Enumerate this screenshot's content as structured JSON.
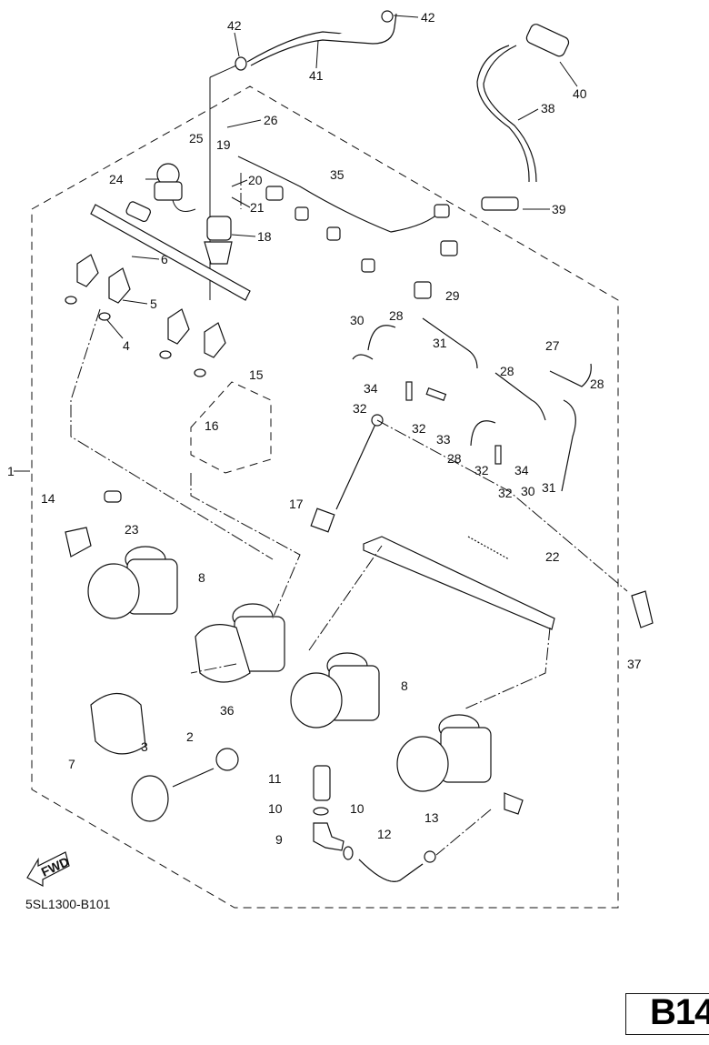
{
  "diagram": {
    "title": "Throttle body / fuel injection assembly exploded view",
    "drawing_code": "5SL1300-B101",
    "page_label": "B14",
    "direction_indicator": "FWD",
    "callouts": [
      "1",
      "2",
      "3",
      "4",
      "5",
      "6",
      "7",
      "8",
      "8",
      "9",
      "10",
      "10",
      "11",
      "12",
      "13",
      "14",
      "15",
      "16",
      "17",
      "18",
      "19",
      "20",
      "21",
      "22",
      "23",
      "24",
      "25",
      "26",
      "27",
      "28",
      "28",
      "28",
      "28",
      "29",
      "30",
      "30",
      "31",
      "31",
      "32",
      "32",
      "32",
      "32",
      "33",
      "34",
      "34",
      "35",
      "36",
      "37",
      "38",
      "39",
      "40",
      "41",
      "42",
      "42"
    ]
  }
}
